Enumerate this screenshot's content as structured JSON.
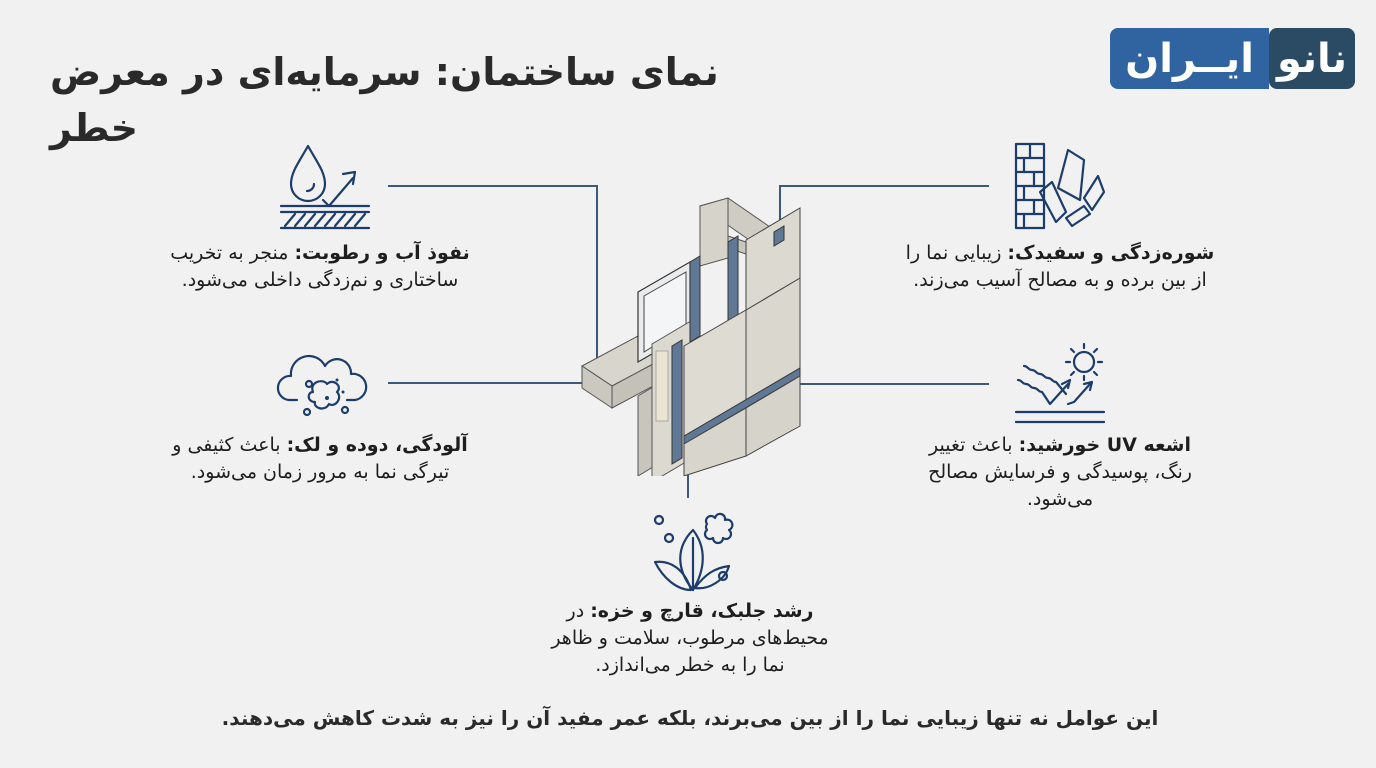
{
  "header": {
    "title": "نمای ساختمان: سرمایه‌ای در معرض خطر",
    "logo": {
      "part_dark": "نانو",
      "part_blue": "ایــران",
      "color_dark": "#2b4a63",
      "color_blue": "#2f64a0"
    }
  },
  "callouts": [
    {
      "id": "water",
      "icon": "water-drop-penetration-icon",
      "title": "نفوذ آب و رطوبت:",
      "text": " منجر به تخریب ساختاری و نم‌زدگی داخلی می‌شود."
    },
    {
      "id": "efflorescence",
      "icon": "brick-wall-crystals-icon",
      "title": "شوره‌زدگی و سفیدک:",
      "text": " زیبایی نما را از بین برده و به مصالح آسیب می‌زند."
    },
    {
      "id": "pollution",
      "icon": "cloud-dust-icon",
      "title": "آلودگی، دوده و لک:",
      "text": " باعث کثیفی و تیرگی نما به مرور زمان می‌شود."
    },
    {
      "id": "uv",
      "icon": "sun-uv-rays-icon",
      "title": "اشعه UV خورشید:",
      "text": " باعث تغییر رنگ، پوسیدگی و فرسایش مصالح می‌شود."
    },
    {
      "id": "algae",
      "icon": "leaf-spores-icon",
      "title": "رشد جلبک، قارچ و خزه:",
      "text": " در محیط‌های مرطوب، سلامت و ظاهر نما را به خطر می‌اندازد."
    }
  ],
  "footer": {
    "text": "این عوامل نه تنها زیبایی نما را از بین می‌برند، بلکه عمر مفید آن را نیز به شدت کاهش می‌دهند."
  },
  "colors": {
    "background": "#f1f1f1",
    "accent": "#1c3d6b",
    "connector": "#3c5a78"
  }
}
